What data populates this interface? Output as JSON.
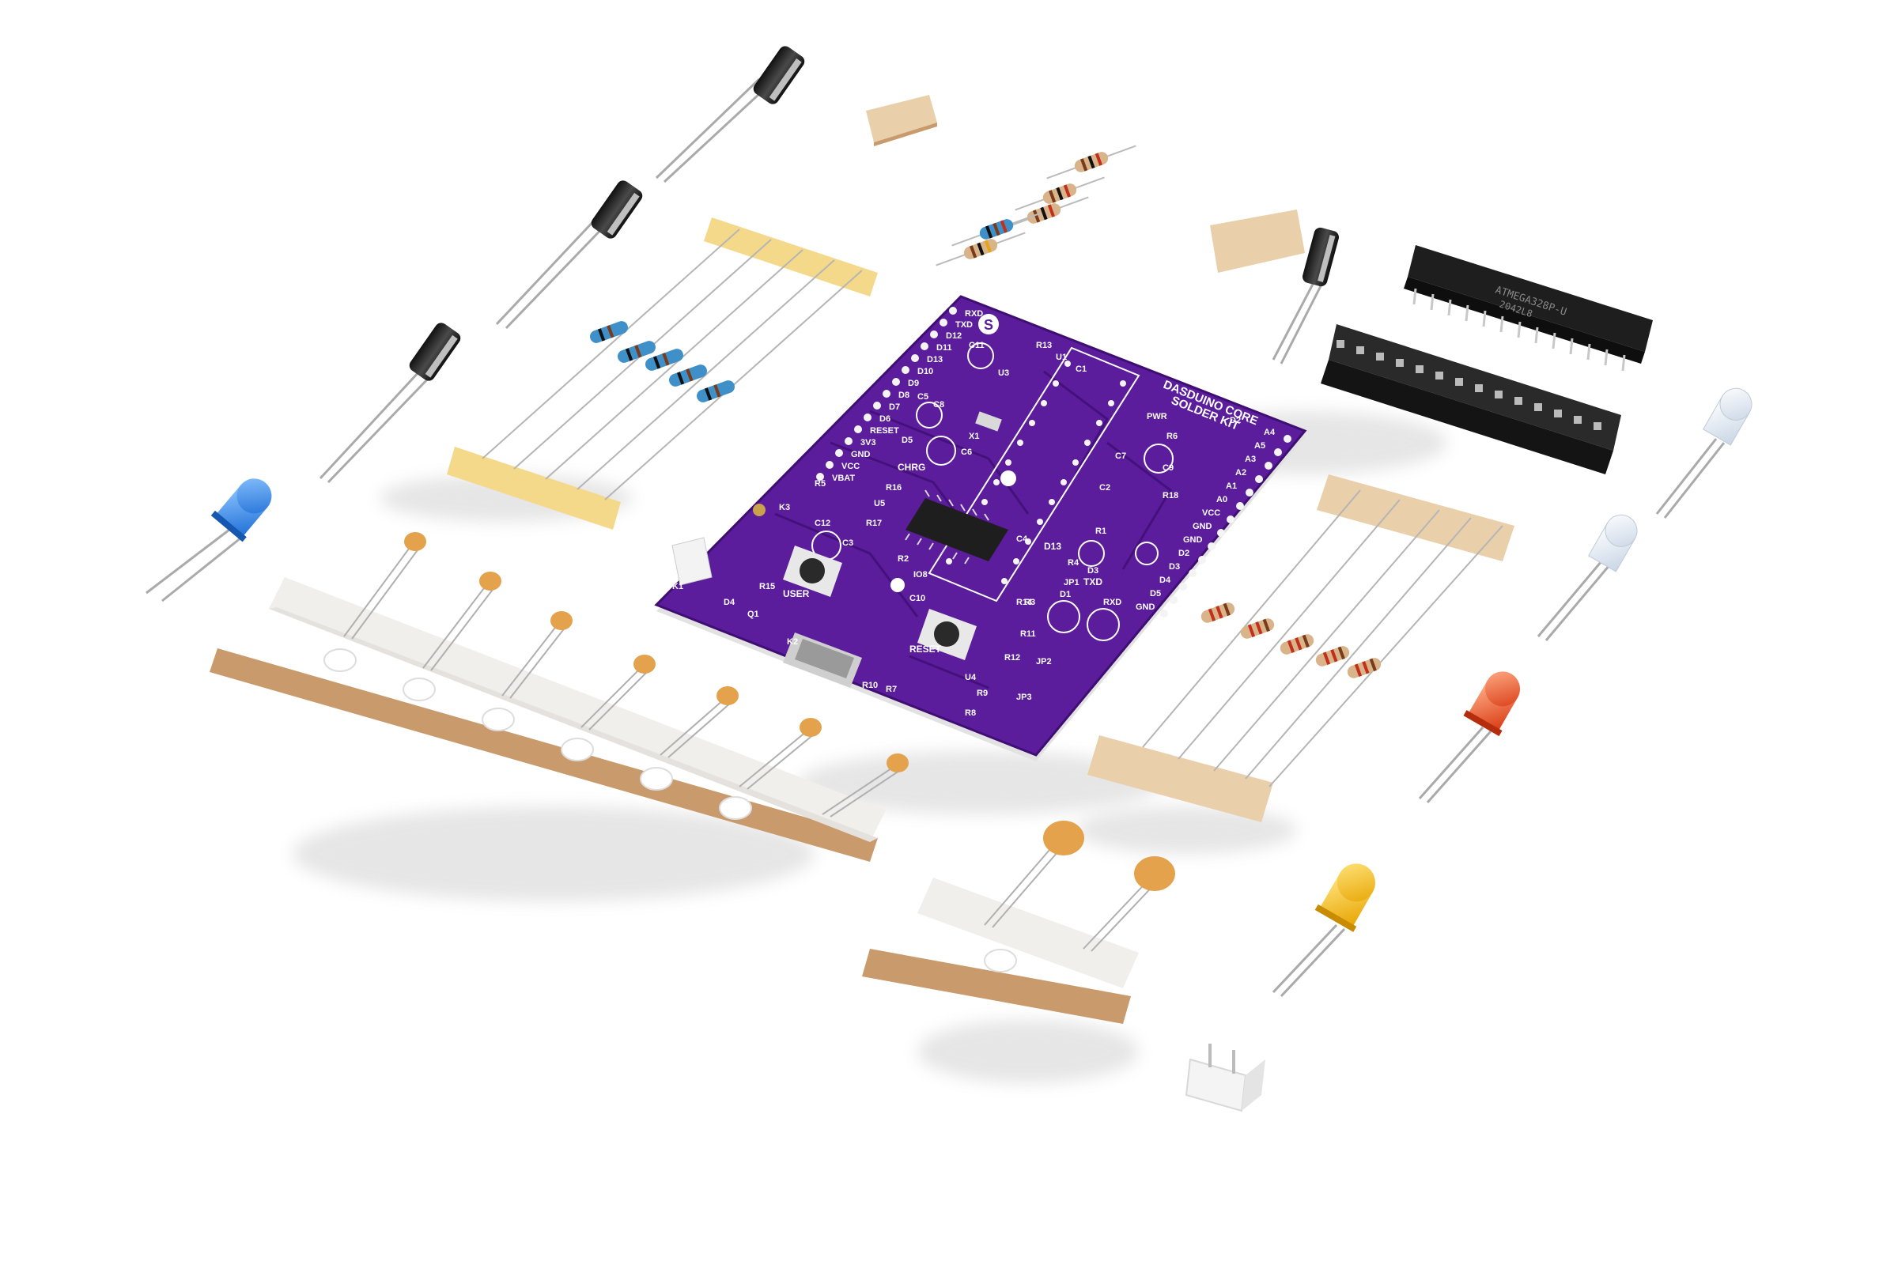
{
  "colors": {
    "pcb": "#5b1d9c",
    "pcb_dark": "#3f0e73",
    "silkscreen": "#ffffff",
    "tape_white": "#f1efec",
    "tape_kraft": "#c99a6c",
    "resistor_blue": "#3f8fc9",
    "resistor_beige": "#d9b48a",
    "led_blue": "#1e6fd6",
    "led_red": "#e84a1f",
    "led_yellow": "#f2b90c",
    "cap_electrolytic": "#2a2a2a",
    "ceramic_cap": "#e3a24b",
    "ic_black": "#1e1e1e"
  },
  "board": {
    "title_line1": "DASDUINO CORE",
    "title_line2": "SOLDER KIT",
    "logo": "soldered-logo-icon",
    "left_pins": [
      "RXD",
      "TXD",
      "D12",
      "D11",
      "D13",
      "D10",
      "D9",
      "D8",
      "D7",
      "D6",
      "RESET",
      "3V3",
      "GND",
      "VCC",
      "VBAT"
    ],
    "right_pins": [
      "A4",
      "A5",
      "A3",
      "A2",
      "A1",
      "A0",
      "VCC",
      "GND",
      "GND",
      "D2",
      "D3",
      "D4",
      "D5",
      "GND"
    ],
    "labels": [
      "C11",
      "U3",
      "C5",
      "C8",
      "D5",
      "X1",
      "C1",
      "C6",
      "R13",
      "C7",
      "CHRG",
      "R5",
      "K3",
      "R16",
      "U5",
      "C12",
      "R17",
      "C3",
      "R2",
      "IO8",
      "C4",
      "R1",
      "D13",
      "C2",
      "R4",
      "JP1",
      "R18",
      "C9",
      "R6",
      "PWR",
      "U1",
      "R3",
      "D1",
      "TXD",
      "R15",
      "USER",
      "C10",
      "R14",
      "K2",
      "RESET",
      "R11",
      "R10",
      "R7",
      "U4",
      "R9",
      "R8",
      "R12",
      "JP2",
      "JP3",
      "K1",
      "D4",
      "Q1",
      "RXD",
      "D3",
      "D2"
    ],
    "buttons": [
      "USER",
      "RESET"
    ],
    "connector": "usb-c-connector"
  },
  "chip": {
    "marking_line1": "ATMEGA328P-U",
    "marking_line2": "2042L8"
  },
  "components": {
    "electrolytic_capacitors": 4,
    "blue_resistors_on_tape": 5,
    "beige_resistors_on_tape": 5,
    "loose_resistors": 5,
    "ceramic_capacitors_on_tape": 7,
    "ceramic_capacitors_small_tape": 2,
    "leds": [
      "blue",
      "clear",
      "clear",
      "red",
      "yellow"
    ],
    "jumper_header": "white-2-pin-jumper"
  }
}
